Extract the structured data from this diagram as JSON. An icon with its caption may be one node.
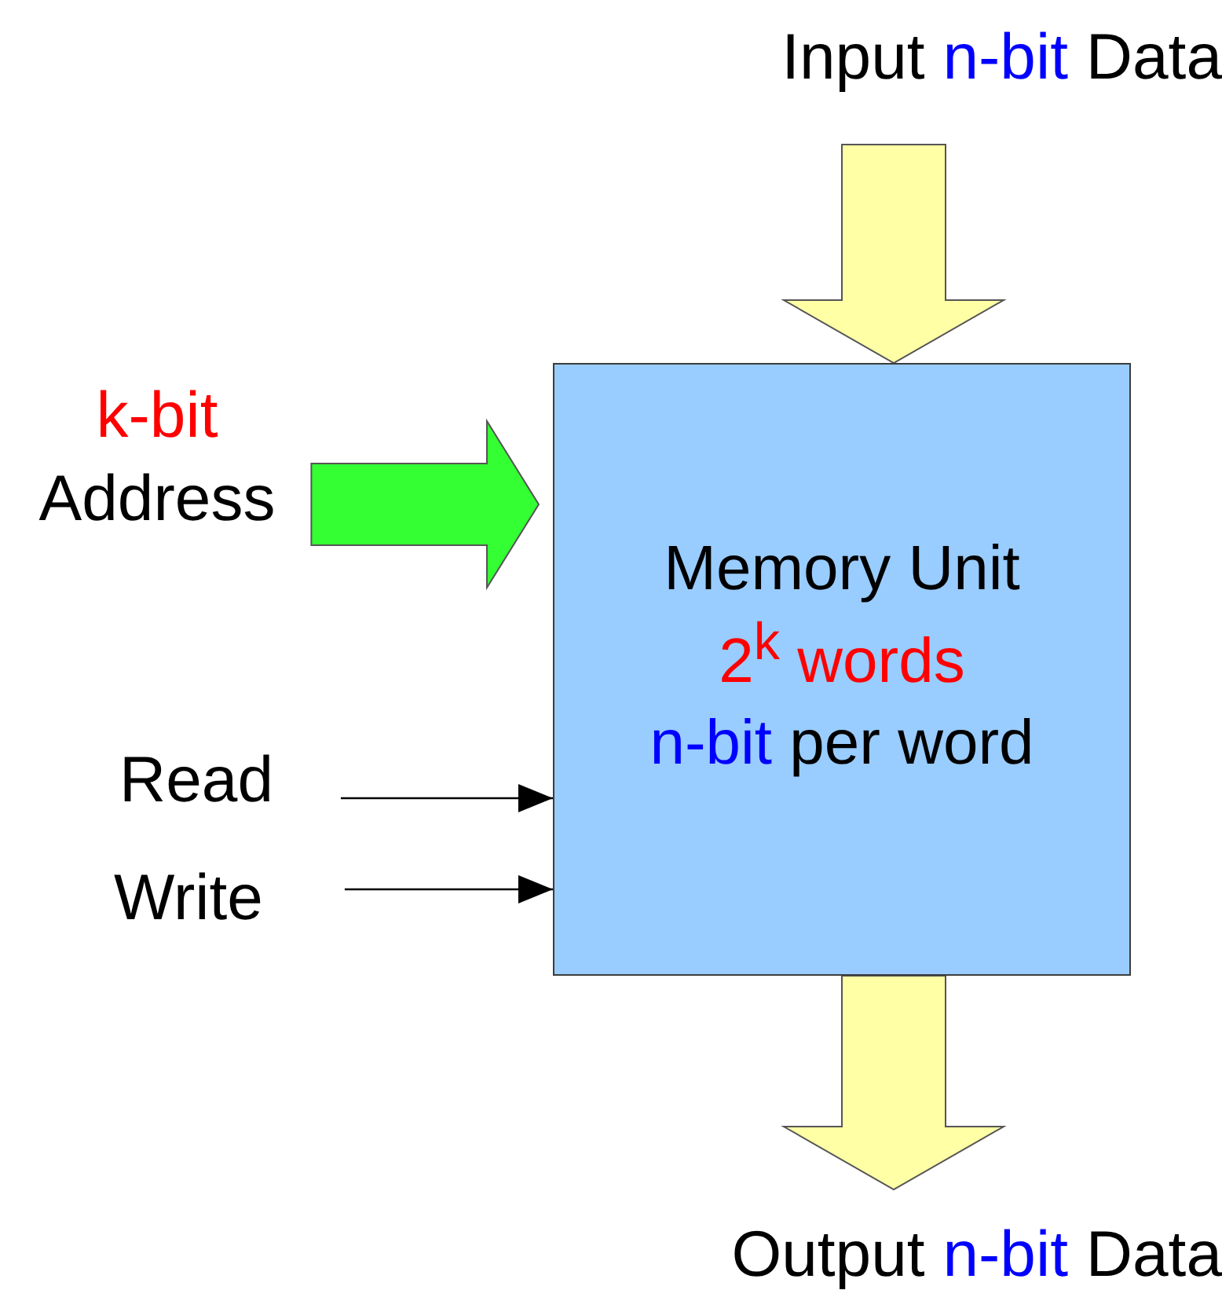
{
  "diagram": {
    "nodes": [
      {
        "text": [
          "Input",
          "n-bit",
          "Data"
        ]
      },
      {
        "text": [
          "k-bit",
          "Address"
        ]
      },
      {
        "text": [
          "Read"
        ]
      },
      {
        "text": [
          "Write"
        ]
      },
      {
        "text": [
          "Memory Unit",
          "2$^{k}$ words",
          "n-bit",
          "per word"
        ]
      },
      {
        "text": [
          "Output",
          "n-bit",
          "Data"
        ]
      }
    ],
    "edges": [
      {
        "from": 0,
        "to": 4,
        "arrow": "to",
        "style": "thick",
        "color": "#ffffa6"
      },
      {
        "from": 1,
        "to": 4,
        "arrow": "to",
        "style": "thick",
        "color": "#33ff33"
      },
      {
        "from": 2,
        "to": 4,
        "arrow": "to"
      },
      {
        "from": 3,
        "to": 4,
        "arrow": "to"
      },
      {
        "from": 4,
        "to": 5,
        "arrow": "to",
        "style": "thick",
        "color": "#ffffa6"
      }
    ]
  }
}
